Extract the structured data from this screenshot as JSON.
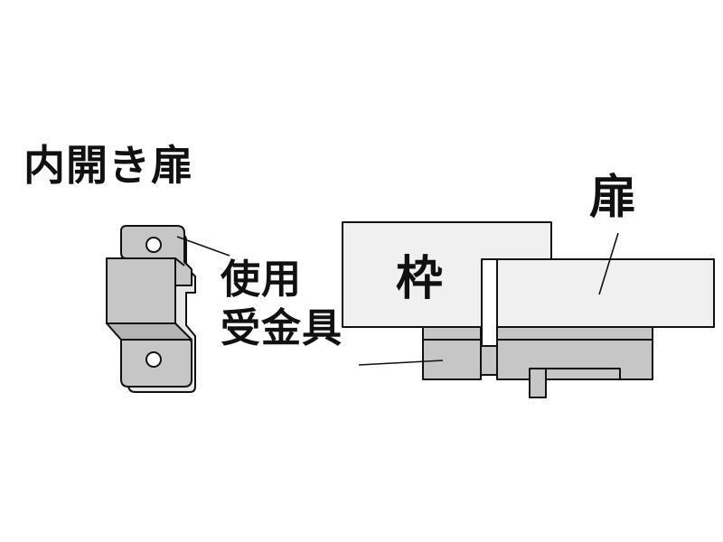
{
  "title": "内開き扉",
  "strike_plate_label": {
    "line1": "使用",
    "line2": "受金具"
  },
  "frame_label": "枠",
  "door_label": "扉",
  "colors": {
    "outline": "#111111",
    "metal_fill": "#c6c6c6",
    "panel_fill": "#f0f0f0",
    "background": "#ffffff"
  }
}
